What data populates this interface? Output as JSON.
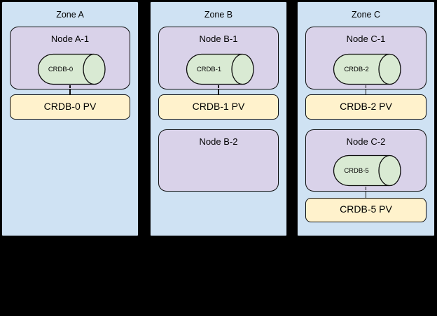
{
  "diagram": {
    "background": "#000000",
    "colors": {
      "zone_fill": "#cfe2f3",
      "node_fill": "#d9d2e9",
      "cylinder_fill": "#d9ead3",
      "pv_fill": "#fff2cc",
      "border": "#0d0d0d"
    },
    "zones": [
      {
        "title": "Zone A",
        "groups": [
          {
            "node": "Node A-1",
            "cylinder": "CRDB-0",
            "pv": "CRDB-0 PV"
          }
        ]
      },
      {
        "title": "Zone B",
        "groups": [
          {
            "node": "Node B-1",
            "cylinder": "CRDB-1",
            "pv": "CRDB-1 PV"
          },
          {
            "node": "Node B-2"
          }
        ]
      },
      {
        "title": "Zone C",
        "groups": [
          {
            "node": "Node C-1",
            "cylinder": "CRDB-2",
            "pv": "CRDB-2 PV"
          },
          {
            "node": "Node C-2",
            "cylinder": "CRDB-5",
            "pv": "CRDB-5 PV"
          }
        ]
      }
    ]
  }
}
